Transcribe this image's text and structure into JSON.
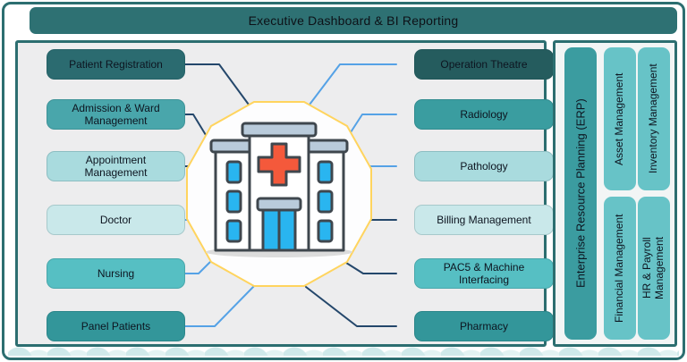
{
  "banner": {
    "title": "Executive Dashboard & BI Reporting"
  },
  "left_modules": [
    {
      "label": "Patient Registration",
      "color": "#2b6b70"
    },
    {
      "label": "Admission & Ward Management",
      "color": "#49a6ab"
    },
    {
      "label": "Appointment Management",
      "color": "#a9dbde"
    },
    {
      "label": "Doctor",
      "color": "#c9e8ea"
    },
    {
      "label": "Nursing",
      "color": "#56bfc3"
    },
    {
      "label": "Panel Patients",
      "color": "#33969a"
    }
  ],
  "right_modules": [
    {
      "label": "Operation Theatre",
      "color": "#255c5e"
    },
    {
      "label": "Radiology",
      "color": "#3a9da0"
    },
    {
      "label": "Pathology",
      "color": "#a9dbde"
    },
    {
      "label": "Billing Management",
      "color": "#c9e8ea"
    },
    {
      "label": "PAC5 & Machine Interfacing",
      "color": "#56bfc3"
    },
    {
      "label": "Pharmacy",
      "color": "#33969a"
    }
  ],
  "erp_panel": {
    "title": "Enterprise Resource Planning (ERP)",
    "title_color": "#3b9ca0",
    "cells": [
      {
        "label": "Asset Management",
        "color": "#67c3c7"
      },
      {
        "label": "Inventory Management",
        "color": "#67c3c7"
      },
      {
        "label": "Financial Management",
        "color": "#67c3c7"
      },
      {
        "label": "HR & Payroll Management",
        "color": "#67c3c7"
      }
    ]
  },
  "center_icon": {
    "name": "hospital-building-icon"
  },
  "colors": {
    "banner_bg": "#2e7173",
    "panel_border": "#2c6e70",
    "panel_bg": "#ededee",
    "polygon_stroke": "#ffd45e",
    "connector_navy": "#24476b",
    "connector_blue": "#55a2e6",
    "cross_red": "#f4593b",
    "window_blue": "#29b5f0",
    "roof_gray": "#b9cbdb",
    "scallop_teal": "#cfe9ea"
  }
}
